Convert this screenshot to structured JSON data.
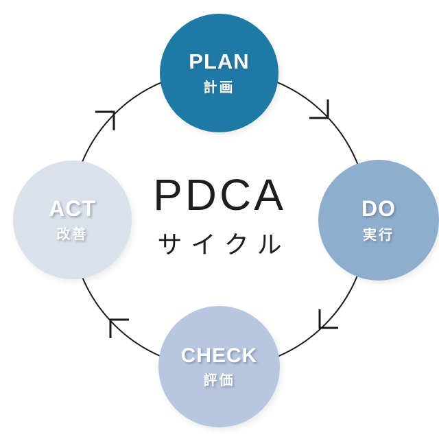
{
  "title": {
    "main": "PDCA",
    "sub": "サイクル"
  },
  "cycle": {
    "direction": "clockwise",
    "arrow_count": 4,
    "line_color": "#1a1a1a"
  },
  "nodes": [
    {
      "id": "plan",
      "label": "PLAN",
      "sublabel": "計画",
      "color": "#1e7aa5",
      "text_color": "#ffffff"
    },
    {
      "id": "do",
      "label": "DO",
      "sublabel": "実行",
      "color": "#8fadcc",
      "text_color": "#ffffff"
    },
    {
      "id": "check",
      "label": "CHECK",
      "sublabel": "評価",
      "color": "#b7c7df",
      "text_color": "#ffffff"
    },
    {
      "id": "act",
      "label": "ACT",
      "sublabel": "改善",
      "color": "#dbe1ea",
      "text_color": "#ffffff"
    }
  ]
}
